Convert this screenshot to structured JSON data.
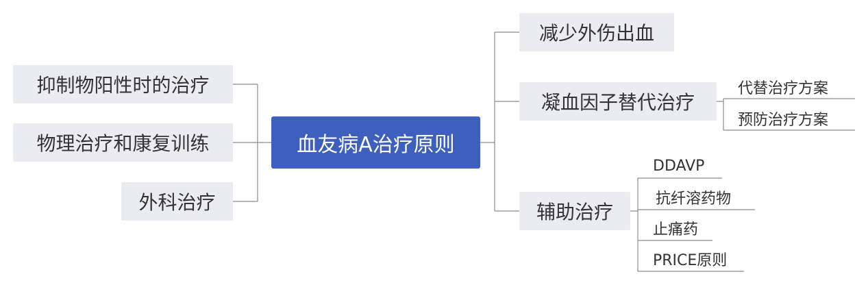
{
  "root": {
    "label": "血友病A治疗原则"
  },
  "left": [
    {
      "label": "抑制物阳性时的治疗"
    },
    {
      "label": "物理治疗和康复训练"
    },
    {
      "label": "外科治疗"
    }
  ],
  "right": [
    {
      "label": "减少外伤出血"
    },
    {
      "label": "凝血因子替代治疗",
      "children": [
        "代替治疗方案",
        "预防治疗方案"
      ]
    },
    {
      "label": "辅助治疗",
      "children": [
        "DDAVP",
        "抗纤溶药物",
        "止痛药",
        "PRICE原则"
      ]
    }
  ],
  "colors": {
    "root": "#3f5fbf",
    "branch_bg": "#ebebf2",
    "line": "#8c8c8c",
    "text": "#333333"
  }
}
